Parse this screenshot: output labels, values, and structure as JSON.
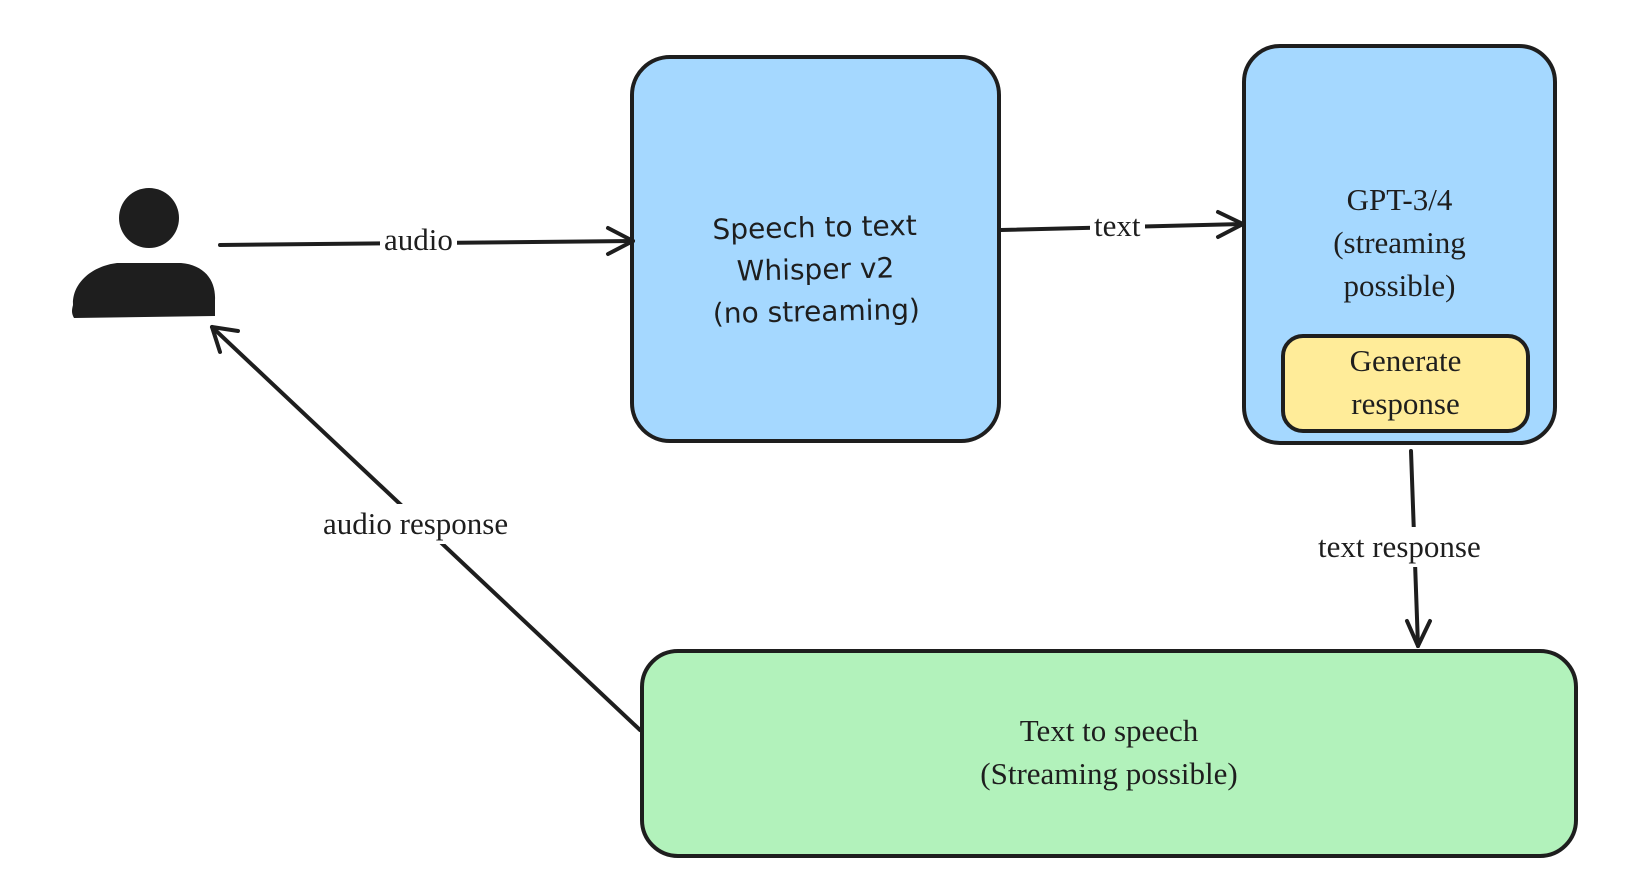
{
  "colors": {
    "stroke": "#1e1e1e",
    "stt_fill": "#a5d8ff",
    "gpt_fill": "#a5d8ff",
    "generate_fill": "#ffec99",
    "tts_fill": "#b2f2bb",
    "background": "#ffffff"
  },
  "nodes": {
    "user": {
      "icon": "user-icon"
    },
    "stt": {
      "text": "Speech to text\nWhisper v2\n(no streaming)"
    },
    "gpt": {
      "text": "GPT-3/4\n(streaming\npossible)"
    },
    "generate": {
      "text": "Generate\nresponse"
    },
    "tts": {
      "text": "Text to speech\n(Streaming possible)"
    }
  },
  "edges": {
    "audio": "audio",
    "text": "text",
    "text_response": "text response",
    "audio_response": "audio response"
  }
}
